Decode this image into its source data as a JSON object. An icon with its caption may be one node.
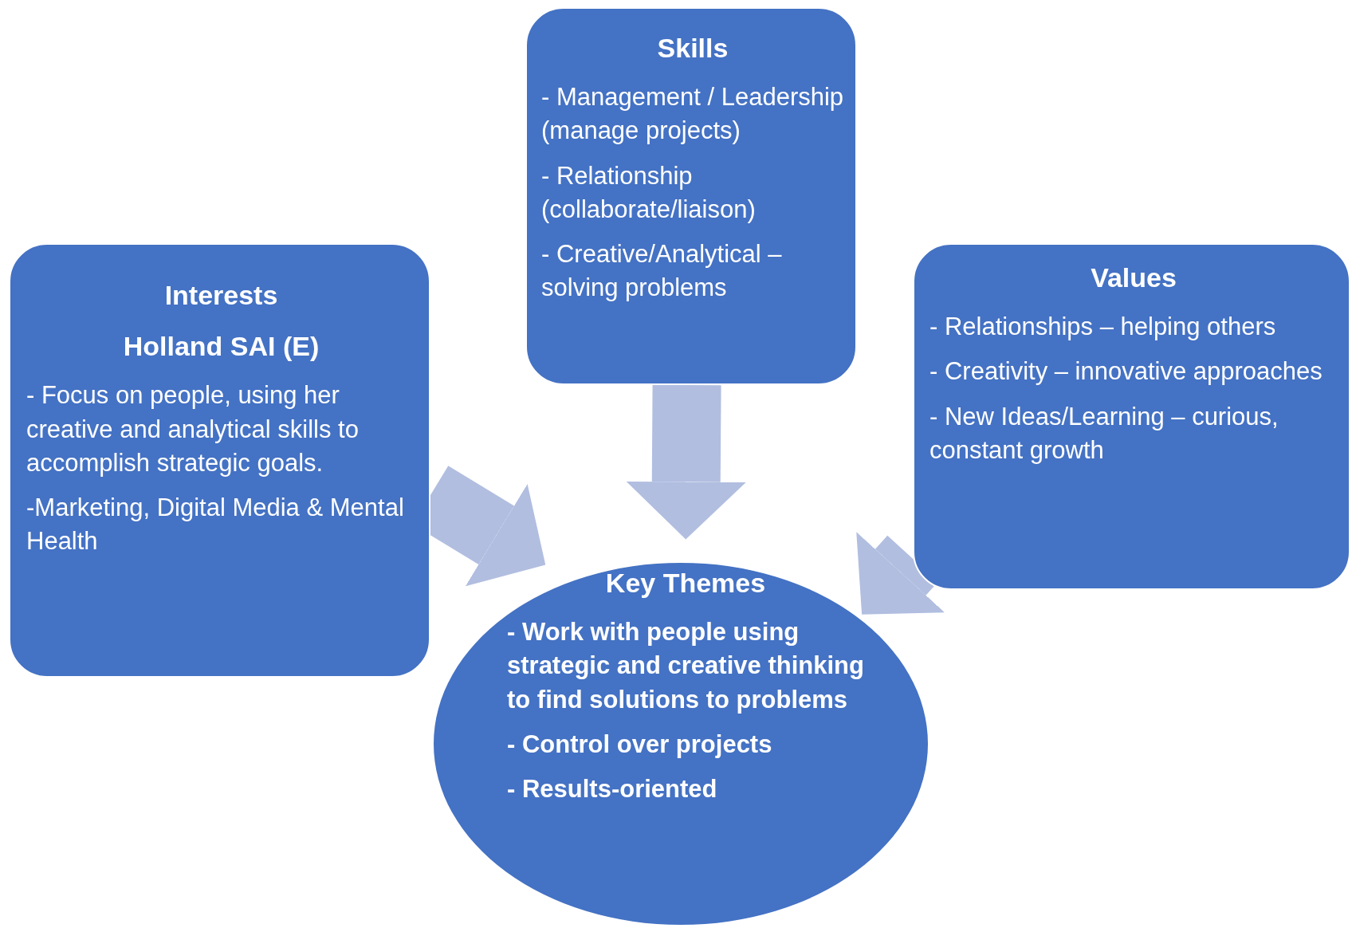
{
  "diagram": {
    "nodes": [
      {
        "text": [
          "Skills",
          "- Management / Leadership (manage projects)",
          "- Relationship (collaborate/liaison)",
          "- Creative/Analytical – solving problems"
        ]
      },
      {
        "text": [
          "Interests",
          "Holland SAI (E)",
          "- Focus on people, using her creative and analytical skills to accomplish strategic goals.",
          "-Marketing, Digital Media & Mental Health"
        ]
      },
      {
        "text": [
          "Values",
          "- Relationships – helping others",
          "- Creativity – innovative approaches",
          "- New Ideas/Learning – curious, constant growth"
        ]
      },
      {
        "text": [
          "Key Themes",
          "- Work with people using strategic and creative thinking to find solutions to problems",
          "- Control over projects",
          "- Results-oriented"
        ]
      }
    ],
    "edges": [
      {
        "from": 0,
        "to": 3,
        "arrow": "to"
      },
      {
        "from": 1,
        "to": 3,
        "arrow": "to"
      },
      {
        "from": 2,
        "to": 3,
        "arrow": "to"
      }
    ]
  }
}
